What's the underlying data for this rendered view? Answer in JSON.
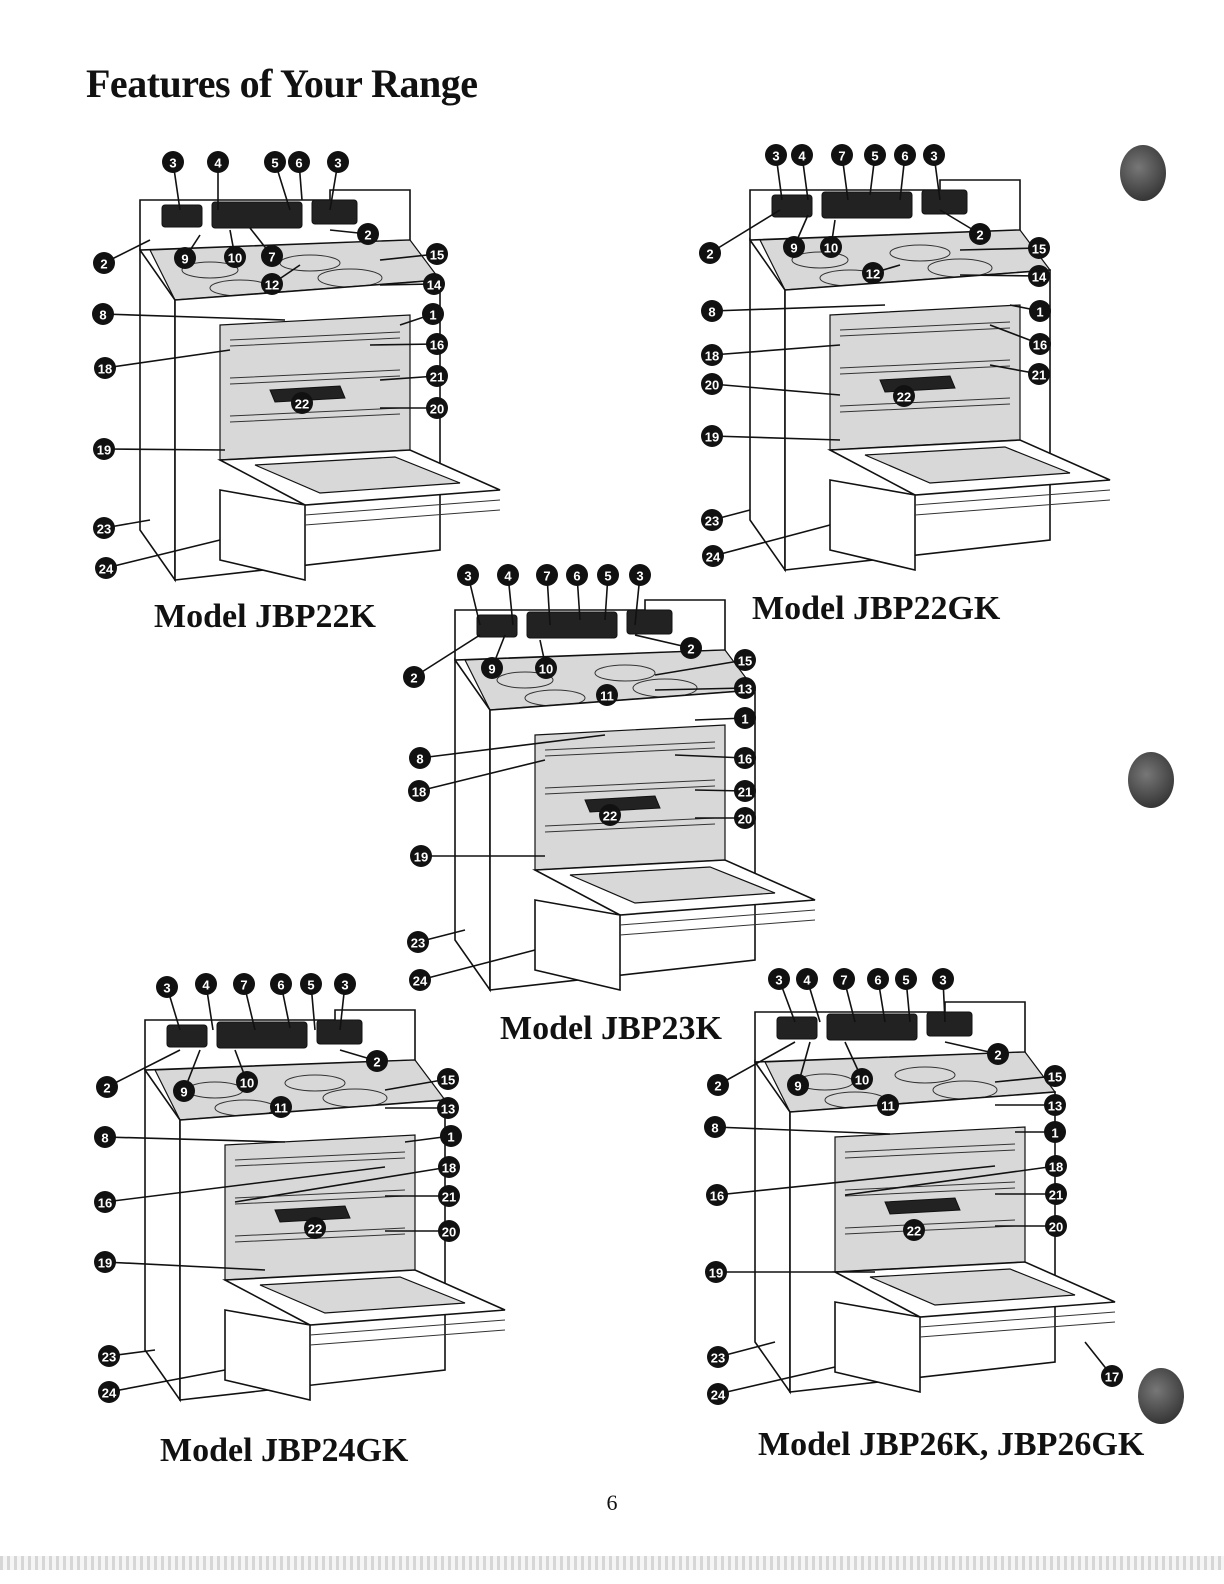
{
  "page": {
    "title": "Features of Your Range",
    "page_number": "6"
  },
  "models": [
    {
      "name": "Model JBP22K",
      "callouts": [
        "3",
        "4",
        "5",
        "6",
        "3",
        "2",
        "2",
        "9",
        "10",
        "7",
        "15",
        "12",
        "14",
        "8",
        "1",
        "18",
        "16",
        "21",
        "22",
        "20",
        "19",
        "23",
        "24"
      ]
    },
    {
      "name": "Model JBP22GK",
      "callouts": [
        "3",
        "4",
        "7",
        "5",
        "6",
        "3",
        "2",
        "2",
        "9",
        "10",
        "15",
        "12",
        "14",
        "8",
        "1",
        "18",
        "16",
        "20",
        "21",
        "22",
        "19",
        "23",
        "24"
      ]
    },
    {
      "name": "Model JBP23K",
      "callouts": [
        "3",
        "4",
        "7",
        "6",
        "5",
        "3",
        "2",
        "2",
        "9",
        "10",
        "15",
        "11",
        "13",
        "1",
        "8",
        "16",
        "18",
        "21",
        "22",
        "20",
        "19",
        "23",
        "24"
      ]
    },
    {
      "name": "Model JBP24GK",
      "callouts": [
        "3",
        "4",
        "7",
        "6",
        "5",
        "3",
        "2",
        "2",
        "9",
        "10",
        "15",
        "11",
        "13",
        "8",
        "1",
        "16",
        "18",
        "21",
        "22",
        "20",
        "19",
        "23",
        "24"
      ]
    },
    {
      "name": "Model JBP26K, JBP26GK",
      "callouts": [
        "3",
        "4",
        "7",
        "6",
        "5",
        "3",
        "2",
        "2",
        "9",
        "10",
        "15",
        "11",
        "13",
        "8",
        "1",
        "16",
        "18",
        "21",
        "22",
        "20",
        "19",
        "23",
        "24",
        "17"
      ]
    }
  ]
}
